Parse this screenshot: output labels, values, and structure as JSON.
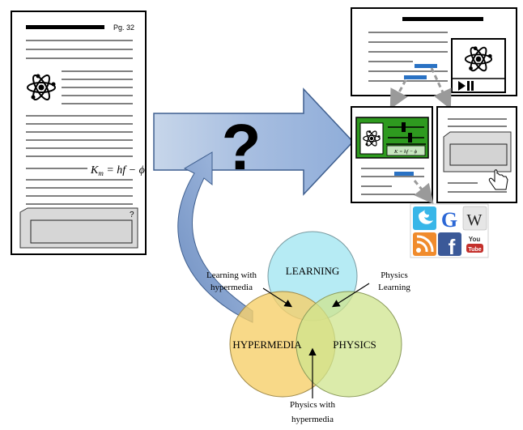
{
  "book": {
    "page_number": "Pg. 32",
    "formula": "K_m = hf − ϕ",
    "formula_main": "K",
    "formula_sub": "m",
    "formula_rest": " = hf − ϕ",
    "footer_mark": "?"
  },
  "center": {
    "question_mark": "?"
  },
  "hypermedia": {
    "panel_formula": "K = hf − ϕ",
    "social_icons": [
      "twitter-icon",
      "google-icon",
      "wikipedia-icon",
      "rss-icon",
      "facebook-icon",
      "youtube-icon"
    ],
    "google_letter": "G",
    "wikipedia_letter": "W",
    "facebook_letter": "f",
    "youtube_top": "You",
    "youtube_bottom": "Tube"
  },
  "venn": {
    "learning": "LEARNING",
    "hypermedia": "HYPERMEDIA",
    "physics": "PHYSICS",
    "label_learning_hypermedia": [
      "Learning with",
      "hypermedia"
    ],
    "label_physics_learning": [
      "Physics",
      "Learning"
    ],
    "label_physics_hypermedia": [
      "Physics with",
      "hypermedia"
    ],
    "colors": {
      "learning": "#a9e8f2",
      "hypermedia": "#f6cf6a",
      "physics": "#cfe48d",
      "arrow": "#8eabd4"
    }
  }
}
